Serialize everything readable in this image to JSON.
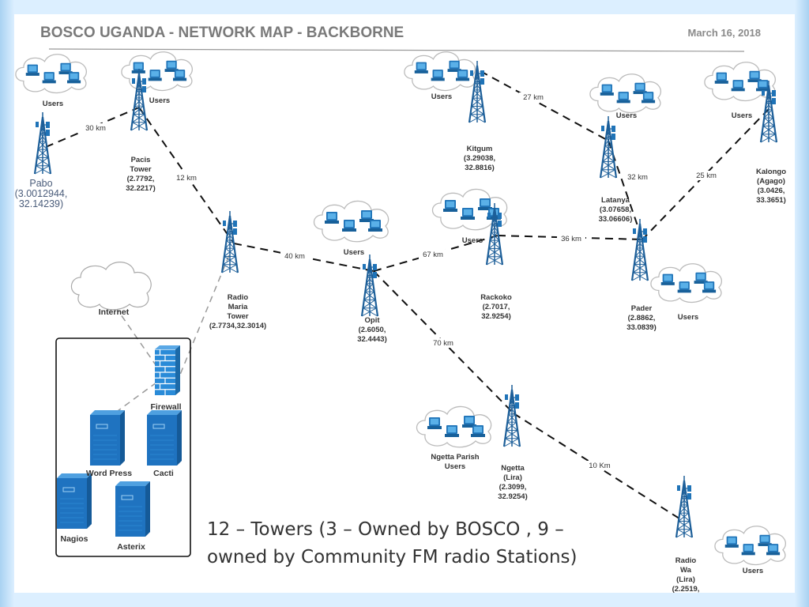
{
  "header": {
    "title": "BOSCO UGANDA - NETWORK MAP  - BACKBORNE",
    "date": "March 16, 2018"
  },
  "footer_note": {
    "line1": "12 – Towers (3 – Owned by BOSCO , 9 –",
    "line2": "owned by Community FM radio Stations)"
  },
  "towers": [
    {
      "id": "pabo",
      "name": [
        "Pabo",
        "(3.0012944,",
        "32.14239)"
      ]
    },
    {
      "id": "pacis",
      "name": [
        "Pacis",
        "Tower",
        "(2.7792,",
        "32.2217)"
      ]
    },
    {
      "id": "radio-maria",
      "name": [
        "Radio",
        "Maria",
        "Tower",
        "(2.7734,32.3014)"
      ]
    },
    {
      "id": "opit",
      "name": [
        "Opit",
        "(2.6050,",
        "32.4443)"
      ]
    },
    {
      "id": "kitgum",
      "name": [
        "Kitgum",
        "(3.29038,",
        "32.8816)"
      ]
    },
    {
      "id": "rackoko",
      "name": [
        "Rackoko",
        "(2.7017,",
        "32.9254)"
      ]
    },
    {
      "id": "latanya",
      "name": [
        "Latanya",
        "(3.07658,",
        "33.06606)"
      ]
    },
    {
      "id": "pader",
      "name": [
        "Pader",
        "(2.8862,",
        "33.0839)"
      ]
    },
    {
      "id": "kalongo",
      "name": [
        "Kalongo",
        "(Agago)",
        "(3.0426,",
        "33.3651)"
      ]
    },
    {
      "id": "ngetta",
      "name": [
        "Ngetta",
        "(Lira)",
        "(2.3099,",
        "32.9254)"
      ]
    },
    {
      "id": "radio-wa",
      "name": [
        "Radio",
        "Wa",
        "(Lira)",
        "(2.2519,"
      ]
    }
  ],
  "links": [
    {
      "from": "pabo",
      "to": "pacis",
      "distance": "30 km"
    },
    {
      "from": "pacis",
      "to": "radio-maria",
      "distance": "12 km"
    },
    {
      "from": "radio-maria",
      "to": "opit",
      "distance": "40 km"
    },
    {
      "from": "opit",
      "to": "rackoko",
      "distance": "67 km"
    },
    {
      "from": "rackoko",
      "to": "pader",
      "distance": "36 km"
    },
    {
      "from": "kitgum",
      "to": "latanya",
      "distance": "27 km"
    },
    {
      "from": "latanya",
      "to": "pader",
      "distance": "32 km"
    },
    {
      "from": "kalongo",
      "to": "pader",
      "distance": "25 km"
    },
    {
      "from": "opit",
      "to": "ngetta",
      "distance": "70 km"
    },
    {
      "from": "ngetta",
      "to": "radio-wa",
      "distance": "10 Km"
    }
  ],
  "user_clouds": [
    {
      "id": "pabo",
      "label": "Users"
    },
    {
      "id": "pacis",
      "label": "Users"
    },
    {
      "id": "kitgum",
      "label": "Users"
    },
    {
      "id": "latanya",
      "label": "Users"
    },
    {
      "id": "kalongo",
      "label": "Users"
    },
    {
      "id": "opit",
      "label": "Users"
    },
    {
      "id": "rackoko",
      "label": "Users"
    },
    {
      "id": "pader",
      "label": "Users"
    },
    {
      "id": "ngetta",
      "label": "Ngetta Parish|Users"
    },
    {
      "id": "radio-wa",
      "label": "Users"
    }
  ],
  "internet": {
    "label": "Internet"
  },
  "firewall": {
    "label": "Firewall"
  },
  "servers": [
    {
      "id": "wordpress",
      "label": "Word Press"
    },
    {
      "id": "cacti",
      "label": "Cacti"
    },
    {
      "id": "nagios",
      "label": "Nagios"
    },
    {
      "id": "asterix",
      "label": "Asterix"
    }
  ],
  "colors": {
    "device_blue": "#1f73b7",
    "screen_blue": "#5ab0e8",
    "cloud_fill": "#ffffff",
    "cloud_stroke": "#bbbbbb"
  }
}
